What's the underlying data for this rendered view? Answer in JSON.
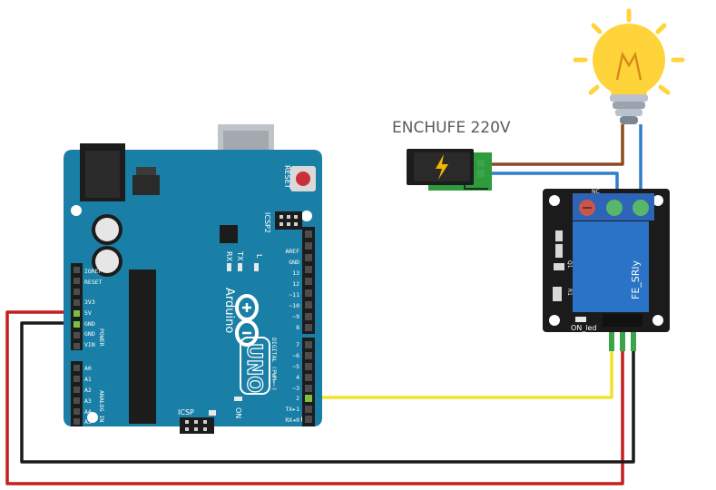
{
  "plug": {
    "label": "ENCHUFE 220V"
  },
  "arduino": {
    "name": "Arduino",
    "model": "UNO",
    "reset_label": "RESET",
    "icsp2_label": "ICSP2",
    "icsp_label": "ICSP",
    "tx_label": "TX",
    "rx_label": "RX",
    "l_label": "L",
    "on_label": "ON",
    "digital_label": "DIGITAL (PWM=~)",
    "power_label": "POWER",
    "analog_label": "ANALOG IN",
    "power_pins": [
      "IOREF",
      "RESET",
      "3V3",
      "5V",
      "GND",
      "GND",
      "VIN"
    ],
    "analog_pins": [
      "A0",
      "A1",
      "A2",
      "A3",
      "A4",
      "A5"
    ],
    "digital_top_pins": [
      "AREF",
      "GND",
      "13",
      "12",
      "~11",
      "~10",
      "~9",
      "8"
    ],
    "digital_bottom_pins": [
      "7",
      "~6",
      "~5",
      "4",
      "~3",
      "2",
      "TX▸1",
      "RX◂0"
    ]
  },
  "relay": {
    "model": "FE_SRly",
    "on_led_label": "ON_led",
    "nc_label": "NC",
    "r1_label": "R1",
    "q1_label": "Q1"
  },
  "colors": {
    "arduino_board": "#1a7fa6",
    "relay_board": "#1b1b1b",
    "relay_block": "#2b73c7",
    "wire_red": "#c41f1f",
    "wire_black": "#1a1a1a",
    "wire_yellow": "#f1e22b",
    "wire_brown": "#8a4a22",
    "wire_blue": "#2f7ec9",
    "bulb": "#ffd43b"
  }
}
